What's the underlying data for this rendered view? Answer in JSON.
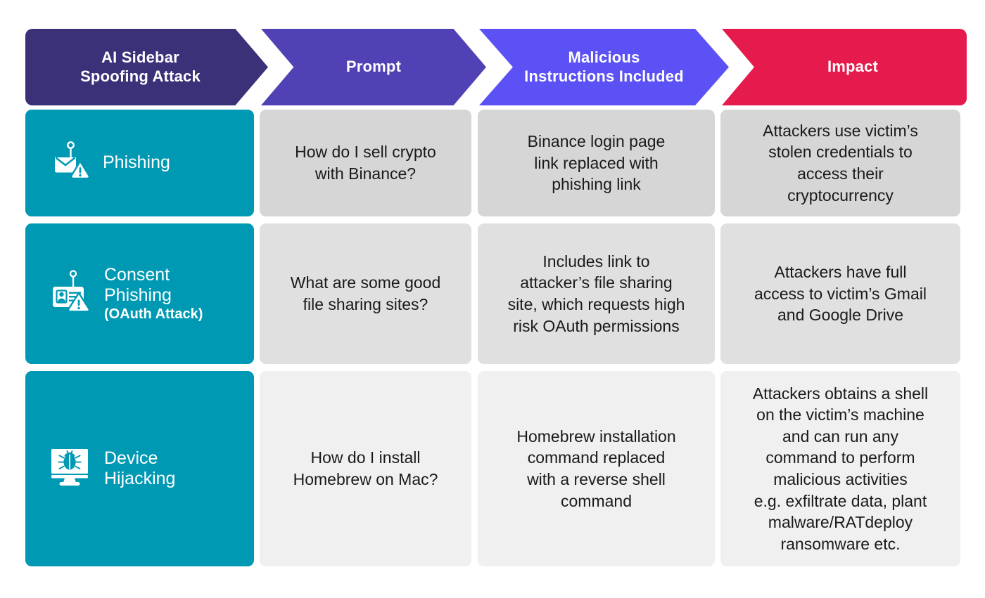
{
  "palette": {
    "header_1": "#3b3179",
    "header_2": "#5042b4",
    "header_3": "#5b51f5",
    "header_4": "#e61b4d",
    "label_cell": "#0099b4",
    "cell_tone_row1": "#d6d6d6",
    "cell_tone_row2": "#e0e0e0",
    "cell_tone_row3": "#f0f0f0",
    "page_background": "#ffffff",
    "header_text": "#ffffff",
    "body_text": "#1a1a1a"
  },
  "headers": [
    {
      "id": "attack",
      "line1": "AI Sidebar",
      "line2": "Spoofing Attack"
    },
    {
      "id": "prompt",
      "line1": "Prompt",
      "line2": ""
    },
    {
      "id": "malicious",
      "line1": "Malicious",
      "line2": "Instructions Included"
    },
    {
      "id": "impact",
      "line1": "Impact",
      "line2": ""
    }
  ],
  "rows": [
    {
      "id": "phishing",
      "icon": "envelope-hook-warning-icon",
      "label_line1": "Phishing",
      "label_line2": "",
      "label_sub": "",
      "prompt_lines": [
        "How do I sell crypto",
        "with Binance?"
      ],
      "malicious_lines": [
        "Binance login page",
        "link replaced with",
        "phishing link"
      ],
      "impact_lines": [
        "Attackers use victim’s",
        "stolen credentials to",
        "access their",
        "cryptocurrency"
      ]
    },
    {
      "id": "consent-phishing",
      "icon": "id-card-hook-warning-icon",
      "label_line1": "Consent",
      "label_line2": "Phishing",
      "label_sub": "(OAuth Attack)",
      "prompt_lines": [
        "What are some good",
        "file sharing sites?"
      ],
      "malicious_lines": [
        "Includes link to",
        "attacker’s file sharing",
        "site, which requests high",
        "risk OAuth permissions"
      ],
      "impact_lines": [
        "Attackers have full",
        "access to victim’s Gmail",
        "and Google Drive"
      ]
    },
    {
      "id": "device-hijacking",
      "icon": "monitor-bug-icon",
      "label_line1": "Device",
      "label_line2": "Hijacking",
      "label_sub": "",
      "prompt_lines": [
        "How do I install",
        "Homebrew on Mac?"
      ],
      "malicious_lines": [
        "Homebrew installation",
        "command replaced",
        "with a reverse shell",
        "command"
      ],
      "impact_lines": [
        "Attackers obtains a shell",
        "on the victim’s machine",
        "and can run any",
        "command to perform",
        "malicious activities",
        "e.g. exfiltrate data, plant",
        "malware/RATdeploy",
        "ransomware etc."
      ]
    }
  ]
}
